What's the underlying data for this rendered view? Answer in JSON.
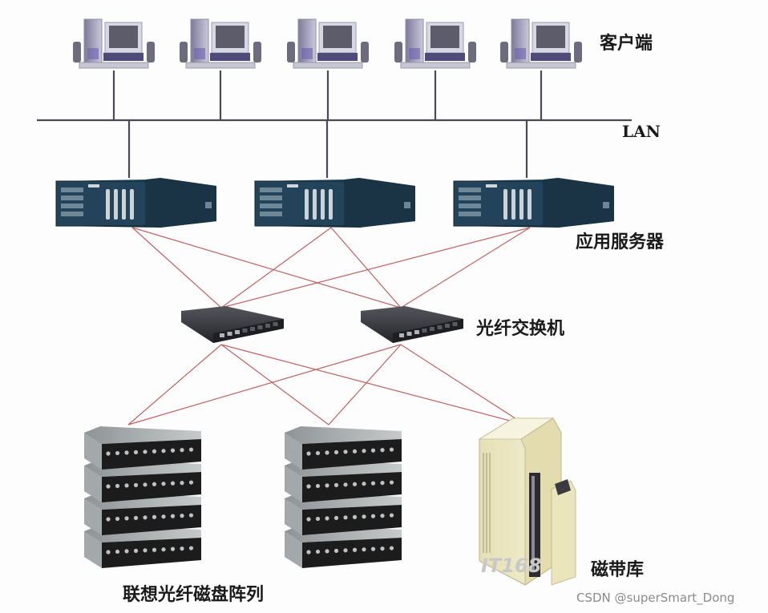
{
  "title": "SAN storage network topology",
  "labels": {
    "clients": "客户端",
    "lan": "LAN",
    "app_servers": "应用服务器",
    "fc_switch": "光纤交换机",
    "disk_array": "联想光纤磁盘阵列",
    "tape_library": "磁带库"
  },
  "logo_text": "IT168",
  "watermark": "CSDN @superSmart_Dong",
  "nodes": {
    "clients": [
      "client-1",
      "client-2",
      "client-3",
      "client-4",
      "client-5"
    ],
    "servers": [
      "server-1",
      "server-2",
      "server-3"
    ],
    "switches": [
      "switch-1",
      "switch-2"
    ],
    "storage": [
      "disk-array-1",
      "disk-array-2",
      "tape-library"
    ]
  },
  "links": {
    "server_to_switch": [
      [
        0,
        0
      ],
      [
        0,
        1
      ],
      [
        1,
        0
      ],
      [
        1,
        1
      ],
      [
        2,
        0
      ],
      [
        2,
        1
      ]
    ],
    "switch_to_storage": [
      [
        0,
        0
      ],
      [
        0,
        1
      ],
      [
        0,
        2
      ],
      [
        1,
        0
      ],
      [
        1,
        1
      ],
      [
        1,
        2
      ]
    ]
  },
  "colors": {
    "lan_line": "#4a4a55",
    "fc_link": "#c06060",
    "server_body": "#1e3b4c",
    "switch_body": "#2a2a30",
    "disk_body": "#1c1c1c",
    "tape_body": "#ede8c4"
  }
}
